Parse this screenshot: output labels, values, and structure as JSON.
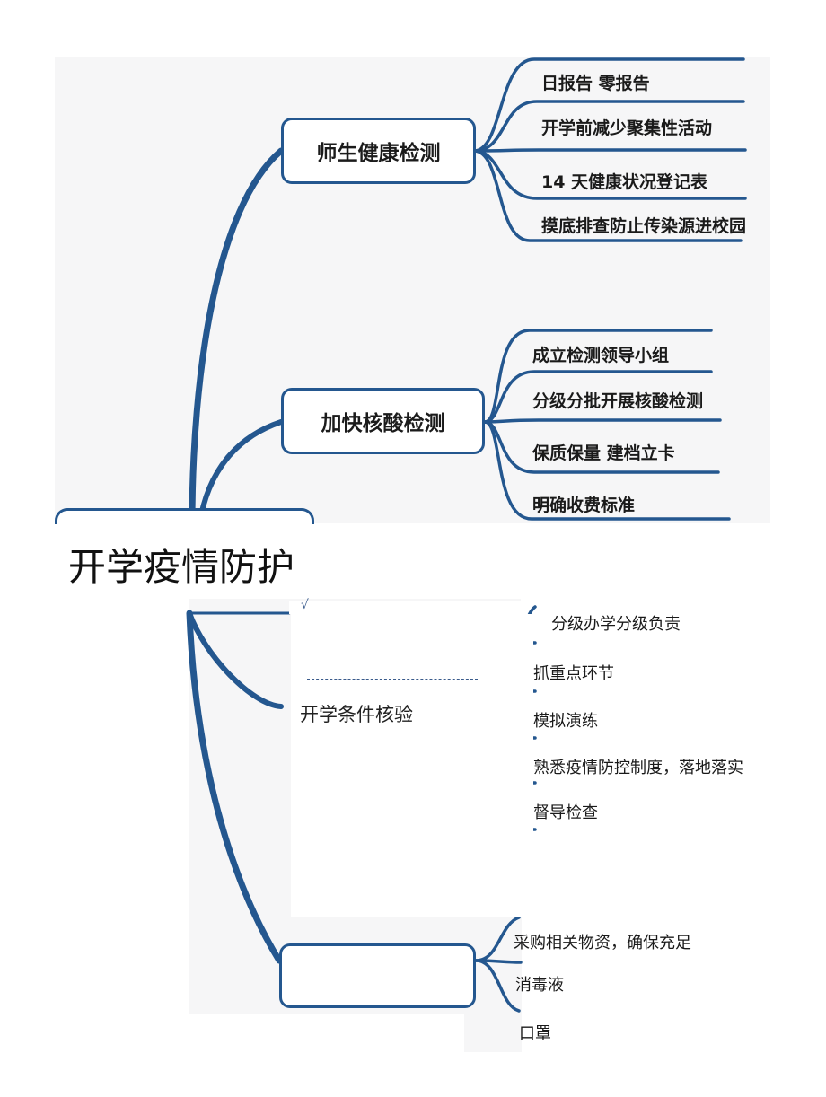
{
  "root": {
    "title": "开学疫情防护"
  },
  "branches": [
    {
      "label": "师生健康检测",
      "items": [
        "日报告  零报告",
        "开学前减少聚集性活动",
        "14 天健康状况登记表",
        "摸底排查防止传染源进校园"
      ]
    },
    {
      "label": "加快核酸检测",
      "items": [
        "成立检测领导小组",
        "分级分批开展核酸检测",
        "保质保量  建档立卡",
        "明确收费标准"
      ]
    },
    {
      "label": "开学条件核验",
      "items": [
        "分级办学分级负责",
        "抓重点环节",
        "模拟演练",
        "熟悉疫情防控制度，落地落实",
        "督导检查"
      ]
    },
    {
      "label": "",
      "items": [
        "采购相关物资，确保充足",
        "消毒液",
        "口罩"
      ]
    }
  ],
  "colors": {
    "line": "#24578f",
    "panel": "#f6f6f7"
  }
}
